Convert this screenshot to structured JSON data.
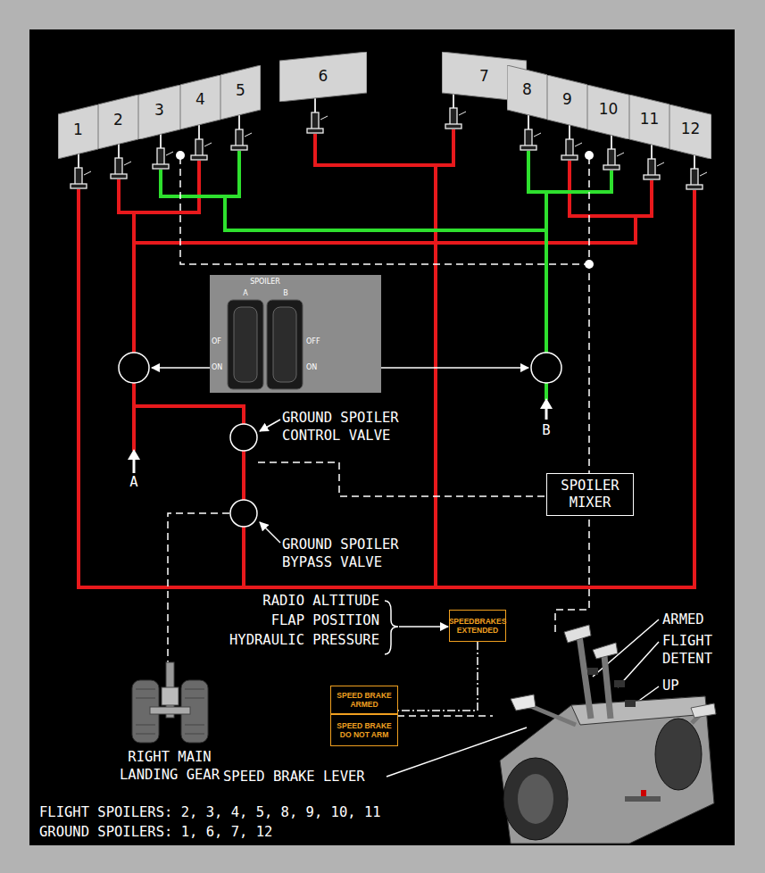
{
  "diagram": {
    "nodes": [
      {
        "text": [
          "1"
        ]
      },
      {
        "text": [
          "2"
        ]
      },
      {
        "text": [
          "3"
        ]
      },
      {
        "text": [
          "4"
        ]
      },
      {
        "text": [
          "5"
        ]
      },
      {
        "text": [
          "6"
        ]
      },
      {
        "text": [
          "7"
        ]
      },
      {
        "text": [
          "8"
        ]
      },
      {
        "text": [
          "9"
        ]
      },
      {
        "text": [
          "10"
        ]
      },
      {
        "text": [
          "11"
        ]
      },
      {
        "text": [
          "12"
        ]
      },
      {
        "text": [
          "SPOILER",
          "A",
          "B",
          "OF",
          "ON",
          "OFF",
          "ON"
        ]
      },
      {
        "text": [
          "SPOILER MIXER"
        ]
      },
      {
        "text": [
          "SPEEDBRAKES EXTENDED"
        ]
      },
      {
        "text": [
          "SPEED BRAKE ARMED"
        ]
      },
      {
        "text": [
          "SPEED BRAKE DO NOT ARM"
        ]
      }
    ],
    "edges": [
      {
        "from": 14,
        "to": 15,
        "arrow": "none"
      }
    ],
    "labels": [
      "A",
      "B",
      "GROUND SPOILER CONTROL VALVE",
      "GROUND SPOILER BYPASS VALVE",
      "RADIO ALTITUDE",
      "FLAP POSITION",
      "HYDRAULIC PRESSURE",
      "ARMED",
      "FLIGHT DETENT",
      "UP",
      "RIGHT MAIN LANDING GEAR",
      "SPEED BRAKE LEVER",
      "FLIGHT SPOILERS: 2, 3, 4, 5, 8, 9, 10, 11",
      "GROUND SPOILERS: 1, 6, 7, 12"
    ]
  }
}
